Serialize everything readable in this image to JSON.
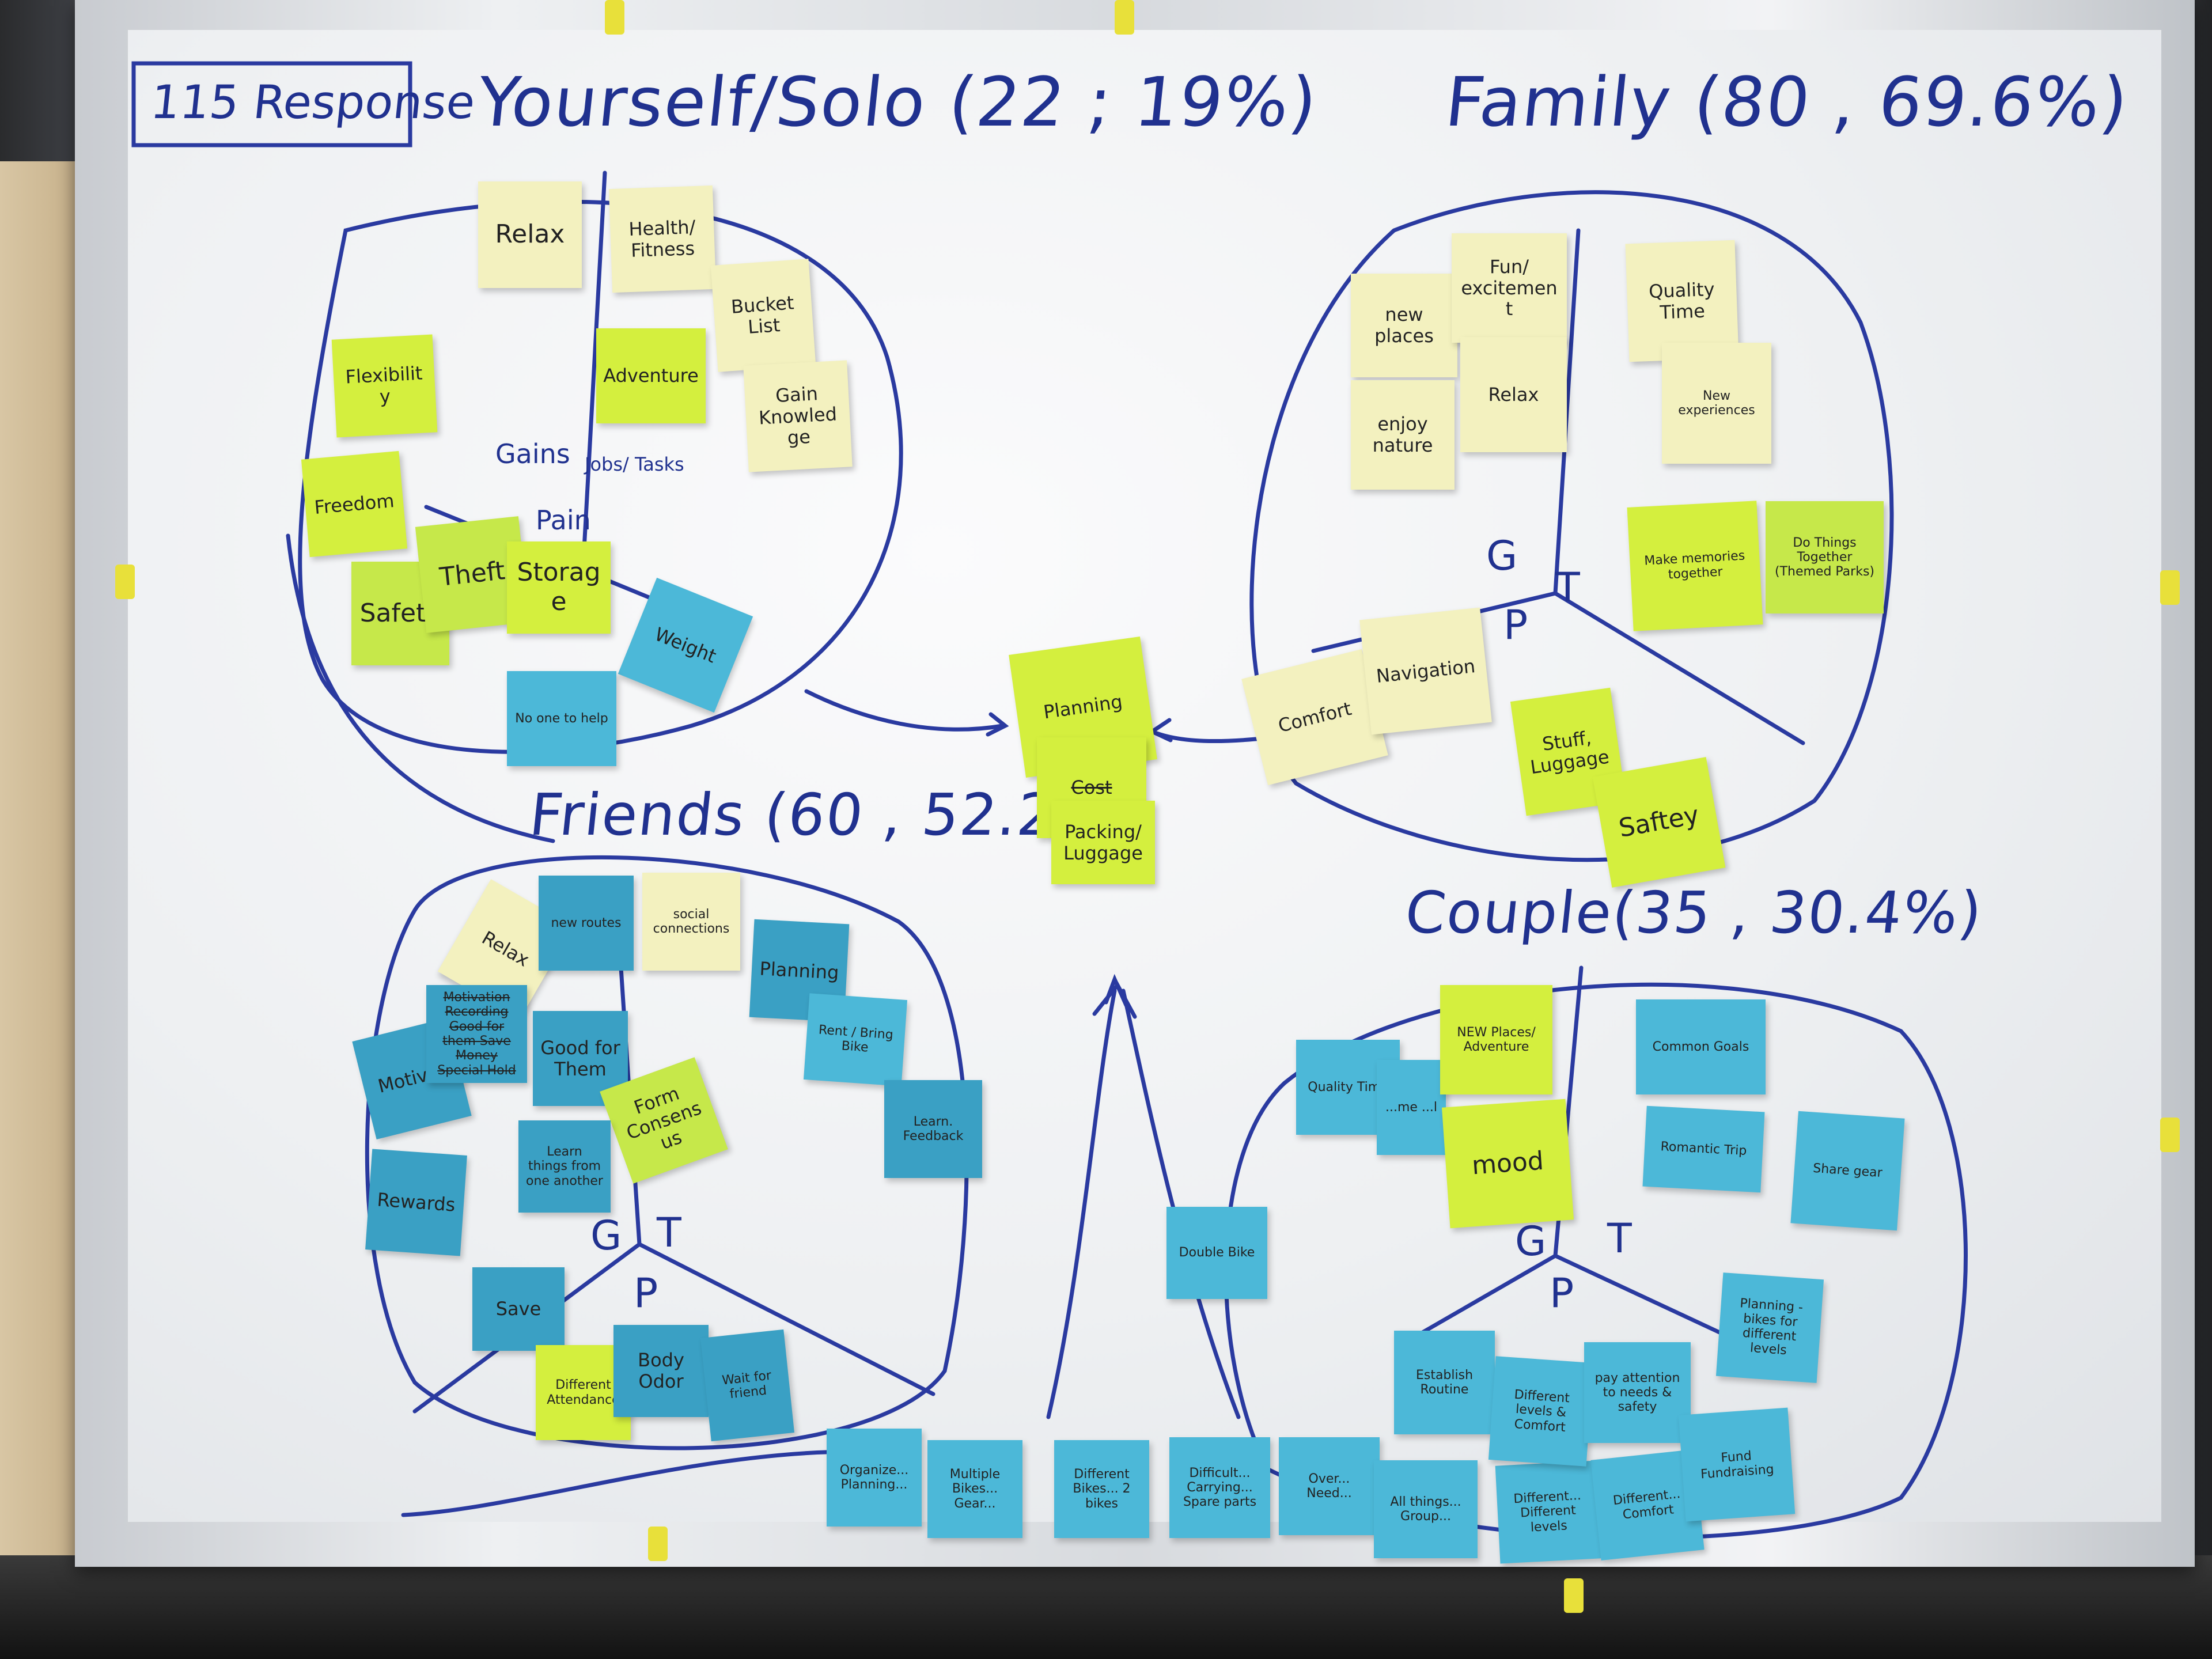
{
  "board": {
    "response_count": "115 Response",
    "solo_title": "Yourself/Solo (22 ; 19%)",
    "family_title": "Family (80 , 69.6%)",
    "friends_title": "Friends (60 , 52.2%)",
    "couple_title": "Couple(35 , 30.4%)"
  },
  "labels": {
    "solo_gains": "Gains",
    "solo_jobs": "Jobs/ Tasks",
    "solo_pain": "Pain",
    "family_g": "G",
    "family_p": "P",
    "family_t": "T",
    "friends_g": "G",
    "friends_p": "P",
    "friends_t": "T",
    "couple_g": "G",
    "couple_p": "P",
    "couple_t": "T"
  },
  "notes": {
    "relax_solo": "Relax",
    "health": "Health/ Fitness",
    "bucket": "Bucket List",
    "flexibility": "Flexibility",
    "adventure": "Adventure",
    "knowledge": "Gain Knowledge",
    "freedom": "Freedom",
    "theft": "Theft",
    "storage": "Storage",
    "safety_solo": "Safety",
    "weight": "Weight",
    "no_help": "No one to help",
    "new_places": "new places",
    "fun": "Fun/ excitement",
    "quality": "Quality Time",
    "enjoy_nature": "enjoy nature",
    "relax_family": "Relax",
    "new_exp": "New experiences",
    "memories": "Make memories together",
    "together": "Do Things Together (Themed Parks)",
    "comfort": "Comfort",
    "navigation": "Navigation",
    "stuff": "Stuff, Luggage",
    "saftey": "Saftey",
    "planning": "Planning",
    "cost": "Cost",
    "packing": "Packing/ Luggage",
    "relax_friends": "Relax",
    "new_routes": "new routes",
    "social": "social connections",
    "planning_friends": "Planning",
    "rent_bike": "Rent / Bring Bike",
    "motivation": "Motivat",
    "crossed": "Motivation Recording Good for them Save Money Special Hold",
    "good_them": "Good for Them",
    "consensus": "Form Consensus",
    "learn": "Learn things from one another",
    "rewards": "Rewards",
    "friends_small": "Learn. Feedback",
    "save": "Save",
    "attendance": "Different Attendance",
    "body_odor": "Body Odor",
    "wait_friend": "Wait for friend",
    "b1": "Organize... Planning...",
    "b2": "Multiple Bikes... Gear...",
    "b3": "Different Bikes... 2 bikes",
    "b4": "Difficult... Carrying... Spare parts",
    "b5": "Over... Need...",
    "b6": "All things... Group...",
    "b7": "Different... Different levels",
    "b8": "Different... Comfort",
    "quality_couple": "Quality Time",
    "couple_hidden": "...me ...l",
    "new_adv": "NEW Places/ Adventure",
    "common": "Common Goals",
    "mood": "mood",
    "romantic": "Romantic Trip",
    "share": "Share gear",
    "double": "Double Bike",
    "routine": "Establish Routine",
    "leisure": "Different levels & Comfort",
    "attention": "pay attention to needs & safety",
    "planning_couple": "Planning - bikes for different levels",
    "fundraising": "Fund Fundraising"
  }
}
